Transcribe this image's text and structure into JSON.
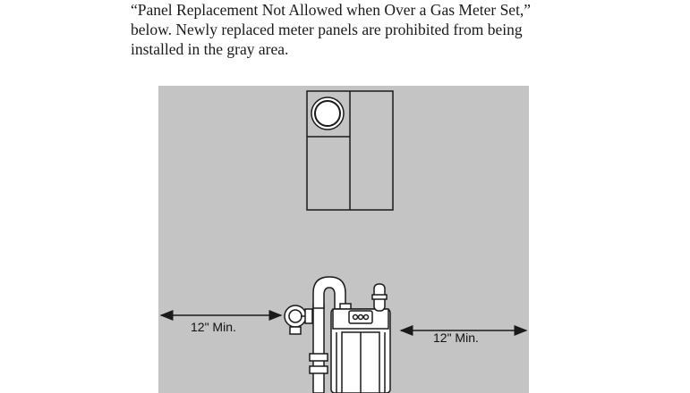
{
  "document": {
    "lines": [
      "“Panel Replacement Not Allowed when Over a Gas Meter Set,”",
      "below. Newly replaced meter panels are prohibited from being",
      "installed in the gray area."
    ]
  },
  "figure": {
    "left_dimension_label": "12\" Min.",
    "right_dimension_label": "12\" Min.",
    "colors": {
      "gray_area": "#c4c4c4",
      "line": "#1a1a1a",
      "fill": "#ffffff"
    }
  }
}
